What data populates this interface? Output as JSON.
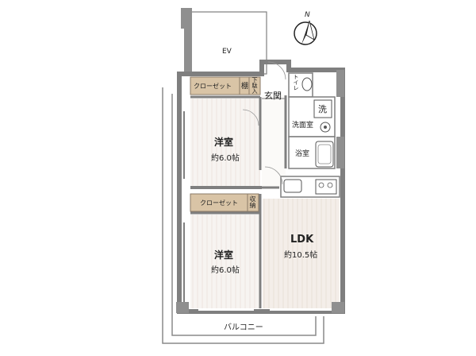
{
  "north_label": "N",
  "elevator": "EV",
  "entrance": "玄関",
  "toilet": "トイレ",
  "laundry": "洗",
  "washroom": "洗面室",
  "bathroom": "浴室",
  "closet_top": "クローゼット",
  "shelf": "棚",
  "shoe_storage": "下駄入",
  "closet_bottom": "クローゼット",
  "storage": "収納",
  "bedroom_1": {
    "name": "洋室",
    "size": "約6.0帖"
  },
  "bedroom_2": {
    "name": "洋室",
    "size": "約6.0帖"
  },
  "ldk": {
    "name": "LDK",
    "size": "約10.5帖"
  },
  "balcony": "バルコニー",
  "colors": {
    "wall": "#7f7f7f",
    "closet": "#d9c4a6",
    "ldk_floor": "#f3eeea",
    "room_floor": "#f7f4f1",
    "wet_floor": "#ffffff"
  }
}
